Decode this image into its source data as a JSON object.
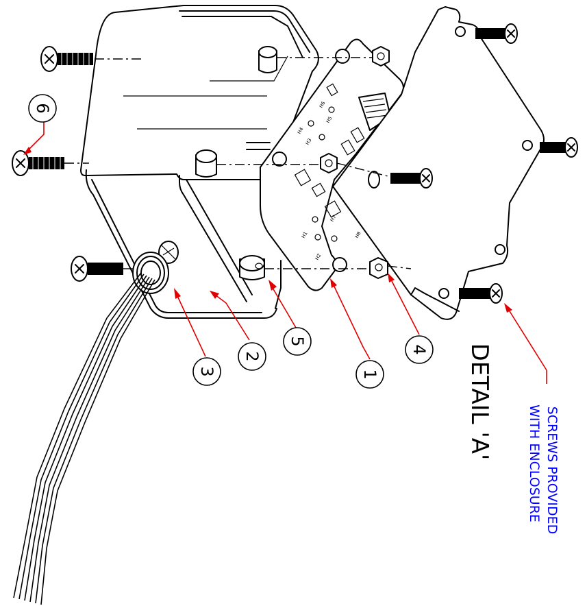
{
  "detail_label": "DETAIL 'A'",
  "note": {
    "line1": "SCREWS PROVIDED",
    "line2": "WITH ENCLOSURE",
    "color": "#0000ff"
  },
  "leader_color": "#e00000",
  "callouts": [
    "1",
    "2",
    "3",
    "4",
    "5",
    "6"
  ],
  "pcb_labels": [
    "H1",
    "H2",
    "H3",
    "H4",
    "H5",
    "H6",
    "H7",
    "H8"
  ]
}
